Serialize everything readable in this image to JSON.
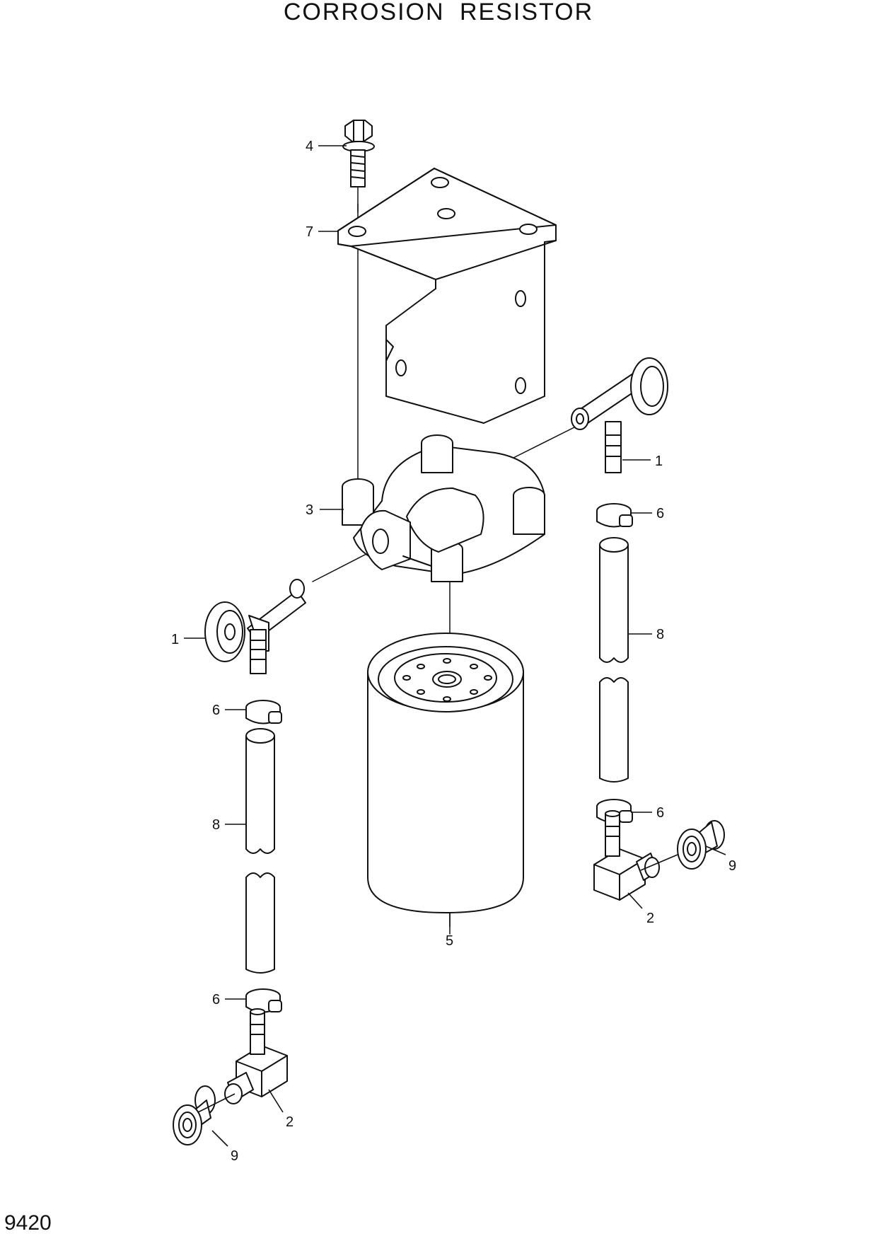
{
  "title": "CORROSION  RESISTOR",
  "page_number": "9420",
  "callouts": {
    "c4": "4",
    "c7": "7",
    "c3": "3",
    "c1_left": "1",
    "c1_right": "1",
    "c6_left_top": "6",
    "c6_left_bottom": "6",
    "c6_right_top": "6",
    "c6_right_bottom": "6",
    "c8_left": "8",
    "c8_right": "8",
    "c5": "5",
    "c2_left": "2",
    "c2_right": "2",
    "c9_left": "9",
    "c9_right": "9"
  }
}
